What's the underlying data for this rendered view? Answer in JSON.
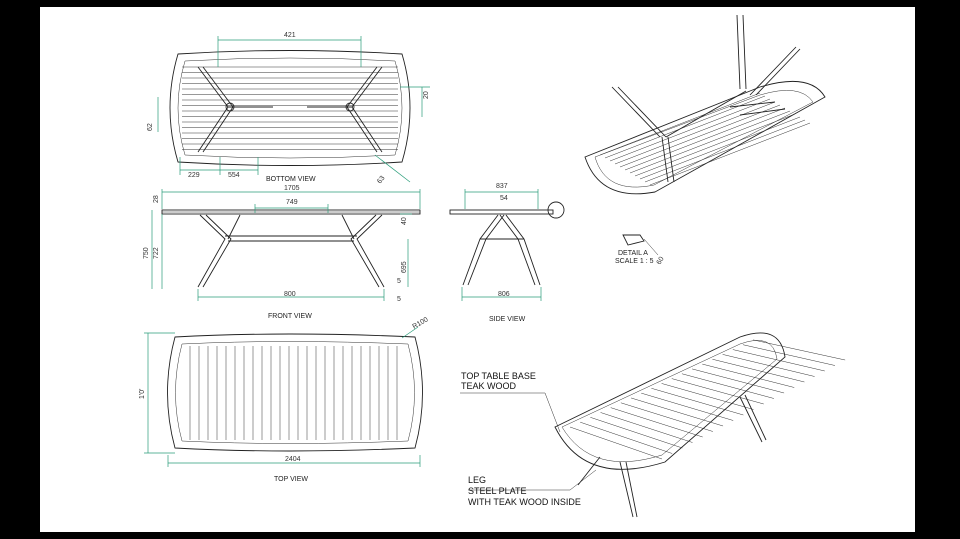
{
  "views": {
    "bottom": "BOTTOM VIEW",
    "front": "FRONT VIEW",
    "side": "SIDE VIEW",
    "top": "TOP VIEW",
    "detail": "DETAIL A",
    "detail_scale": "SCALE 1 : 5"
  },
  "dims": {
    "bottom_width": "421",
    "bottom_left": "229",
    "bottom_mid": "554",
    "bottom_side": "62",
    "bottom_right": "20",
    "bottom_angle": "63",
    "front_top": "1705",
    "front_inner": "749",
    "front_h28": "28",
    "front_h750": "750",
    "front_h722": "722",
    "front_r40": "40",
    "front_r695": "695",
    "front_r5a": "5",
    "front_r5b": "5",
    "front_bottom": "800",
    "side_top": "837",
    "side_inner": "54",
    "side_bottom": "806",
    "top_radius": "R100",
    "top_height": "1'0'",
    "top_width": "2404",
    "detail_angle": "60"
  },
  "notes": {
    "top_line1": "TOP TABLE BASE",
    "top_line2": "TEAK WOOD",
    "leg_line1": "LEG",
    "leg_line2": "STEEL PLATE",
    "leg_line3": "WITH TEAK WOOD INSIDE"
  },
  "colors": {
    "dimension": "#2a9d7a",
    "line": "#222222",
    "frame": "#000000",
    "sheet": "#ffffff"
  }
}
